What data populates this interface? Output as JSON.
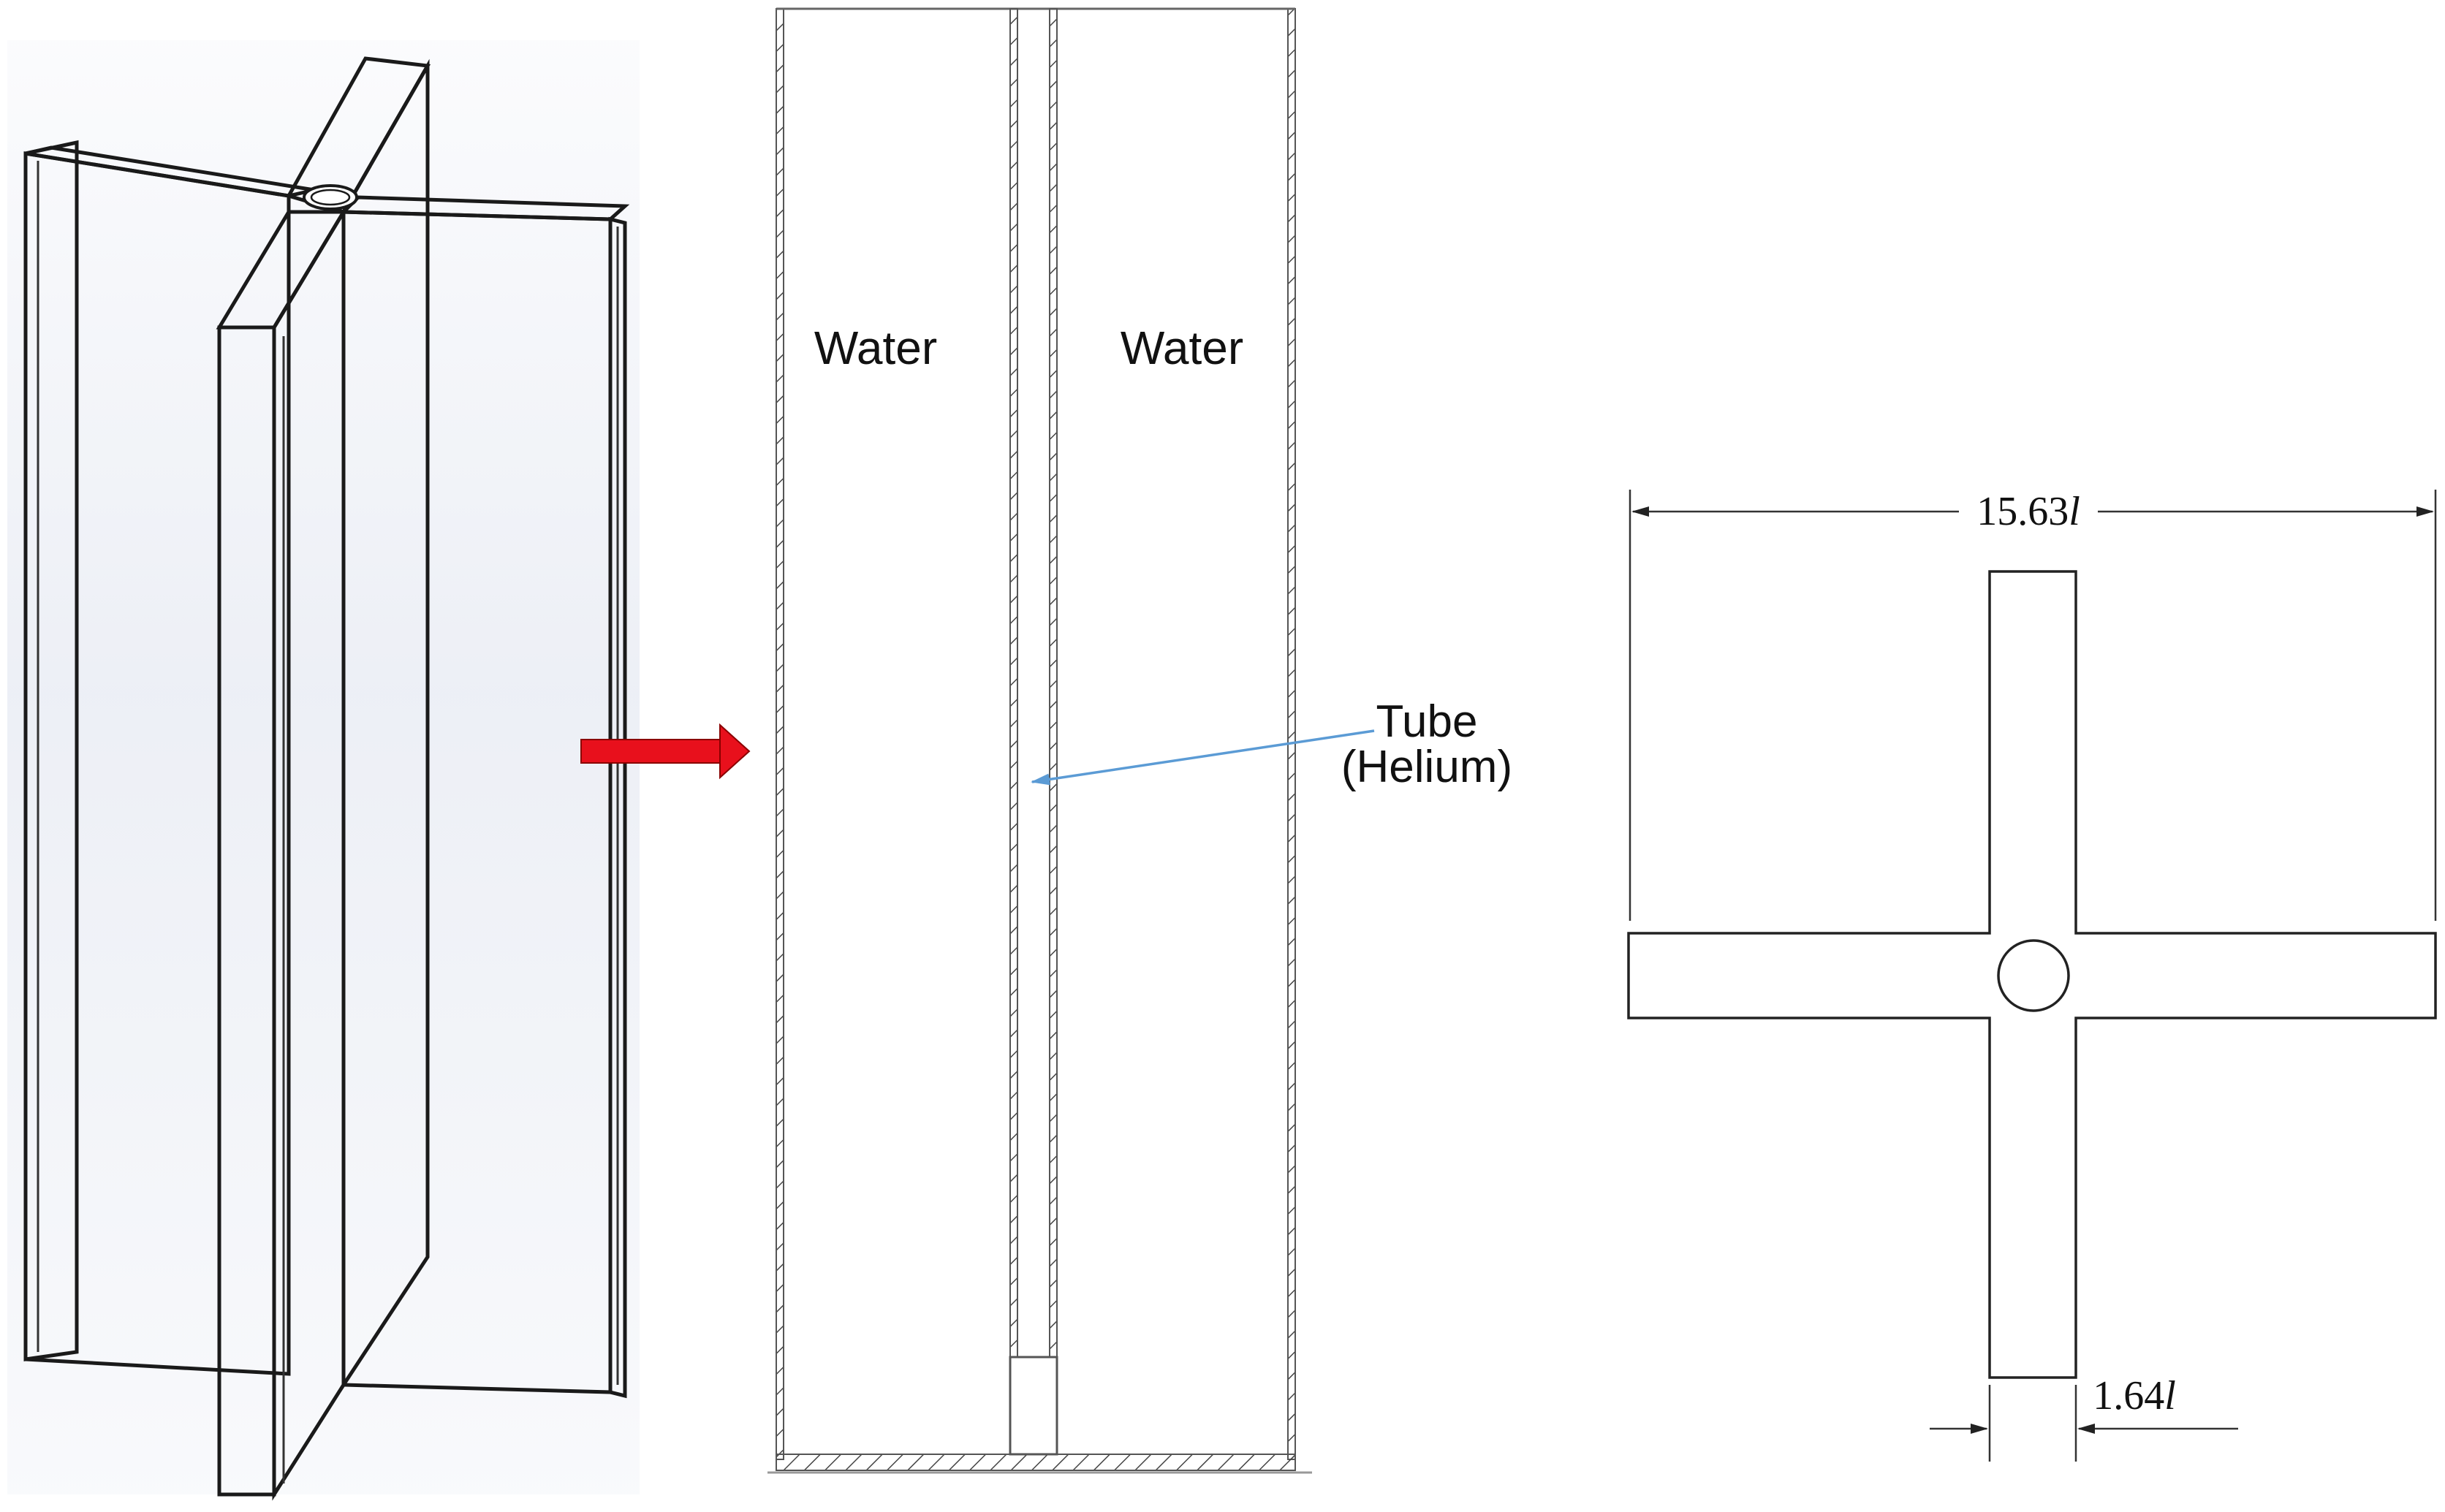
{
  "cross_section": {
    "labels": {
      "water_left": "Water",
      "water_right": "Water",
      "tube_line1": "Tube",
      "tube_line2": "(Helium)"
    }
  },
  "plan_view": {
    "width_dimension": "15.63l",
    "arm_width_dimension": "1.64l"
  },
  "colors": {
    "transition_arrow": "#e8101c",
    "leader_line": "#5b9bd5",
    "panel_gradient_top": "#f4f6fb",
    "panel_gradient_mid": "#d5dbe9",
    "outline": "#1a1a1a"
  }
}
